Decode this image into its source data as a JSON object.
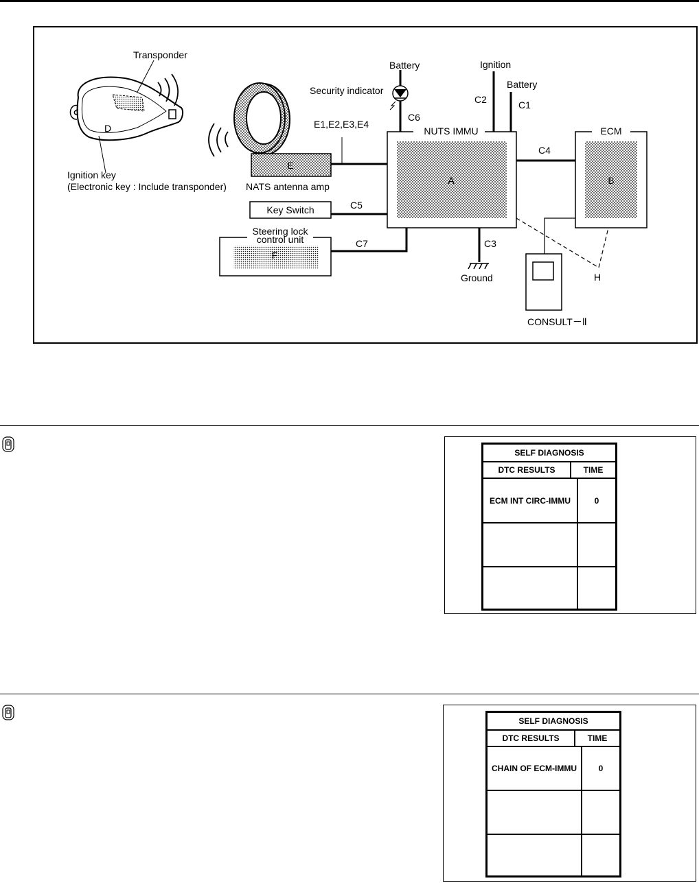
{
  "diagram": {
    "labels": {
      "transponder": "Transponder",
      "key_letter": "D",
      "ignition_key": "Ignition key",
      "ignition_key_note": "(Electronic key : Include transponder)",
      "antenna_letter": "E",
      "antenna_label": "NATS antenna amp",
      "key_switch": "Key Switch",
      "steering_lock_1": "Steering lock",
      "steering_lock_2": "control unit",
      "steering_letter": "F",
      "e_wires": "E1,E2,E3,E4",
      "c5": "C5",
      "c7": "C7",
      "battery_top": "Battery",
      "security_indicator": "Security indicator",
      "c6": "C6",
      "ignition": "Ignition",
      "c2": "C2",
      "battery_right": "Battery",
      "c1": "C1",
      "nuts_immu": "NUTS IMMU",
      "nuts_letter": "A",
      "c3": "C3",
      "ground": "Ground",
      "c4": "C4",
      "ecm": "ECM",
      "ecm_letter": "B",
      "h_letter": "H",
      "consult": "CONSULT－Ⅱ"
    }
  },
  "screens": [
    {
      "title": "SELF DIAGNOSIS",
      "col_dtc": "DTC RESULTS",
      "col_time": "TIME",
      "rows": [
        {
          "dtc": "ECM INT CIRC-IMMU",
          "time": "0"
        },
        {
          "dtc": "",
          "time": ""
        },
        {
          "dtc": "",
          "time": ""
        }
      ]
    },
    {
      "title": "SELF DIAGNOSIS",
      "col_dtc": "DTC RESULTS",
      "col_time": "TIME",
      "rows": [
        {
          "dtc": "CHAIN OF ECM-IMMU",
          "time": "0"
        },
        {
          "dtc": "",
          "time": ""
        },
        {
          "dtc": "",
          "time": ""
        }
      ]
    }
  ]
}
